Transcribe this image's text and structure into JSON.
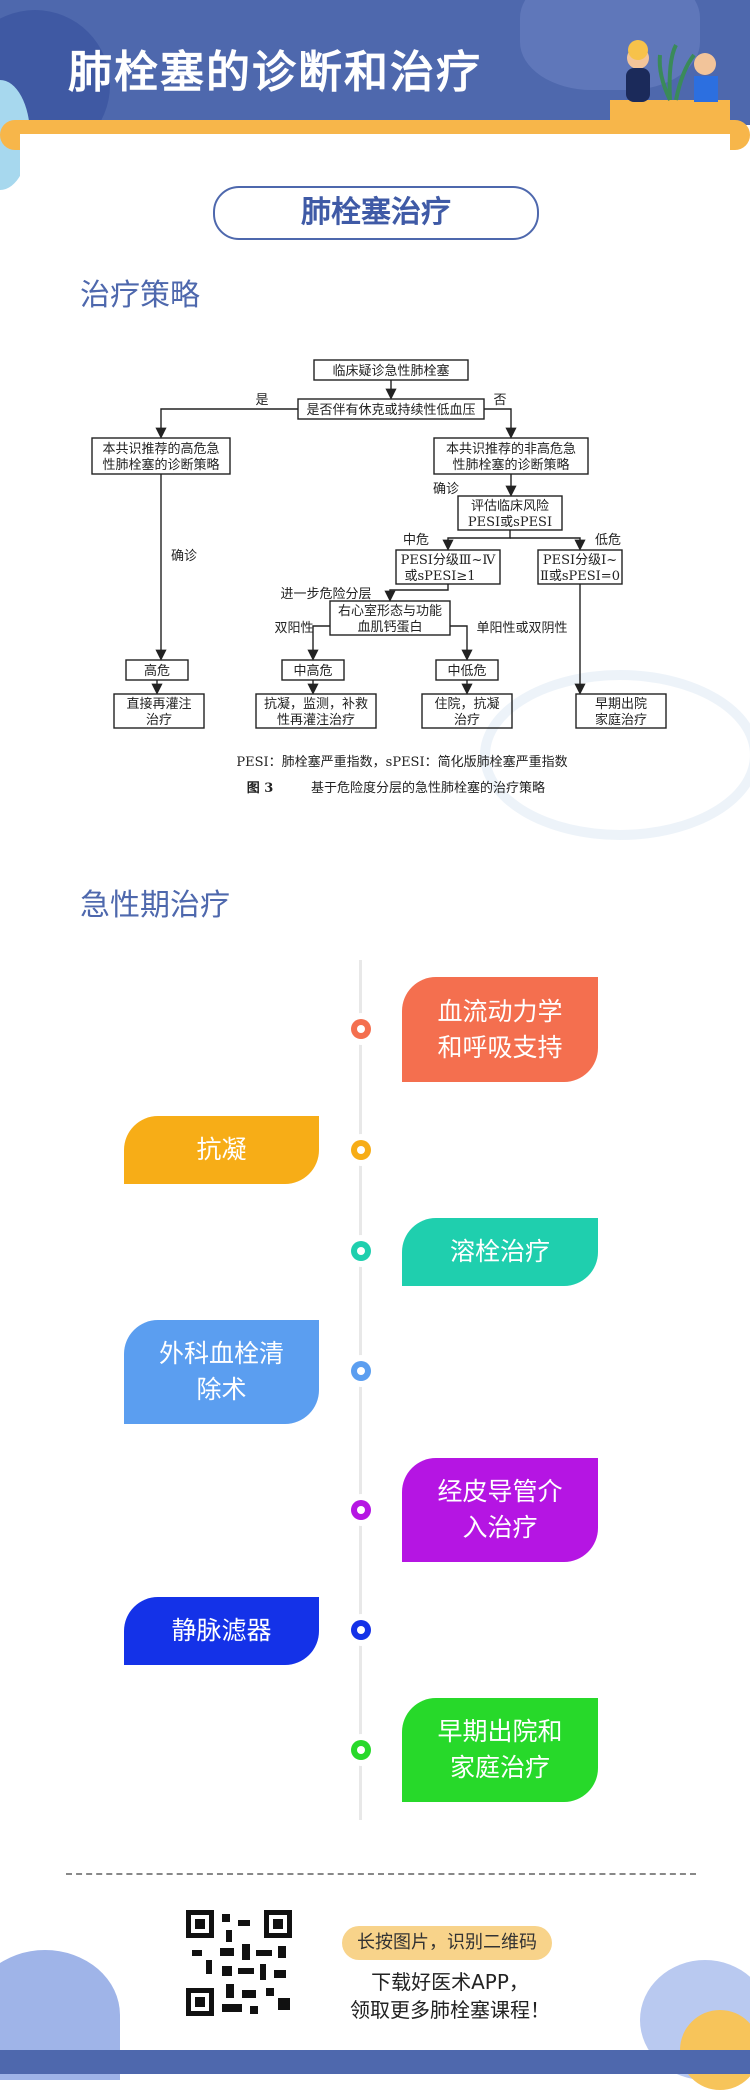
{
  "header": {
    "title": "肺栓塞的诊断和治疗"
  },
  "section": {
    "title": "肺栓塞治疗"
  },
  "strategy": {
    "subtitle": "治疗策略"
  },
  "flowchart": {
    "n1": "临床疑诊急性肺栓塞",
    "n2": "是否伴有休克或持续性低血压",
    "yes": "是",
    "no": "否",
    "n3a": "本共识推荐的高危急",
    "n3b": "性肺栓塞的诊断策略",
    "n4a": "本共识推荐的非高危急",
    "n4b": "性肺栓塞的诊断策略",
    "confirm1": "确诊",
    "confirm2": "确诊",
    "n5a": "评估临床风险",
    "n5b": "PESI或sPESI",
    "mid": "中危",
    "low": "低危",
    "n6a": "PESI分级Ⅲ~Ⅳ",
    "n6b": "或sPESI≥1",
    "n7a": "PESI分级Ⅰ~",
    "n7b": "Ⅱ或sPESI=0",
    "further": "进一步危险分层",
    "n8a": "右心室形态与功能",
    "n8b": "血肌钙蛋白",
    "bothpos": "双阳性",
    "singlepos": "单阳性或双阴性",
    "high": "高危",
    "midhigh": "中高危",
    "midlow": "中低危",
    "t1a": "直接再灌注",
    "t1b": "治疗",
    "t2a": "抗凝，监测，补救",
    "t2b": "性再灌注治疗",
    "t3a": "住院，抗凝",
    "t3b": "治疗",
    "t4a": "早期出院",
    "t4b": "家庭治疗",
    "note": "PESI：肺栓塞严重指数，sPESI：简化版肺栓塞严重指数",
    "fig_label": "图 3",
    "caption": "基于危险度分层的急性肺栓塞的治疗策略"
  },
  "acute": {
    "subtitle": "急性期治疗",
    "items": [
      {
        "line1": "血流动力学",
        "line2": "和呼吸支持",
        "color": "#f46f4f"
      },
      {
        "line1": "抗凝",
        "line2": "",
        "color": "#f7ad17"
      },
      {
        "line1": "溶栓治疗",
        "line2": "",
        "color": "#1fcfae"
      },
      {
        "line1": "外科血栓清",
        "line2": "除术",
        "color": "#5b9ef0"
      },
      {
        "line1": "经皮导管介",
        "line2": "入治疗",
        "color": "#b515e3"
      },
      {
        "line1": "静脉滤器",
        "line2": "",
        "color": "#1432e8"
      },
      {
        "line1": "早期出院和",
        "line2": "家庭治疗",
        "color": "#27d92a"
      }
    ]
  },
  "footer": {
    "chip": "长按图片，识别二维码",
    "line1": "下载好医术APP，",
    "line2": "领取更多肺栓塞课程！"
  }
}
